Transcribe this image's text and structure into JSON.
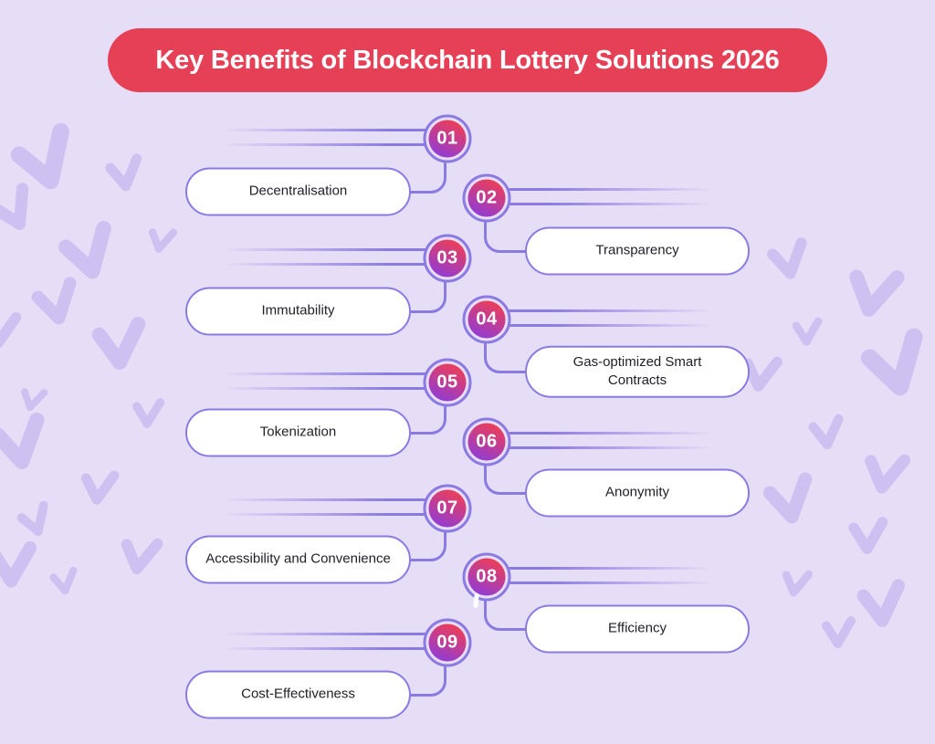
{
  "title": "Key Benefits of Blockchain Lottery Solutions 2026",
  "items": [
    {
      "number": "01",
      "label": "Decentralisation",
      "side": "left"
    },
    {
      "number": "02",
      "label": "Transparency",
      "side": "right"
    },
    {
      "number": "03",
      "label": "Immutability",
      "side": "left"
    },
    {
      "number": "04",
      "label": "Gas-optimized Smart Contracts",
      "side": "right"
    },
    {
      "number": "05",
      "label": "Tokenization",
      "side": "left"
    },
    {
      "number": "06",
      "label": "Anonymity",
      "side": "right"
    },
    {
      "number": "07",
      "label": "Accessibility and Convenience",
      "side": "left"
    },
    {
      "number": "08",
      "label": "Efficiency",
      "side": "right"
    },
    {
      "number": "09",
      "label": "Cost-Effectiveness",
      "side": "left"
    }
  ],
  "colors": {
    "background": "#e6def6",
    "banner": "#e64057",
    "banner_text": "#ffffff",
    "accent_purple": "#8b7ae2",
    "badge_gradient_top": "#f13e52",
    "badge_gradient_bottom": "#8e3cd9",
    "pill_fill": "#ffffff",
    "pill_text": "#20202b",
    "watermark": "#b4a3ec"
  }
}
